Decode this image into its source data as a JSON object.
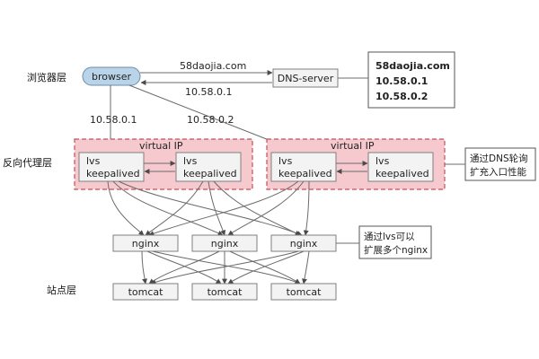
{
  "layers": {
    "browser": "浏览器层",
    "reverse_proxy": "反向代理层",
    "site": "站点层"
  },
  "nodes": {
    "browser": "browser",
    "dns_server": "DNS-server",
    "vip_label": "virtual  IP",
    "lvs": "lvs",
    "keepalived": "keepalived",
    "nginx": "nginx",
    "tomcat": "tomcat"
  },
  "edge_labels": {
    "domain_query": "58daojia.com",
    "dns_answer": "10.58.0.1",
    "ip_left": "10.58.0.1",
    "ip_right": "10.58.0.2"
  },
  "dns_records": [
    "58daojia.com",
    "10.58.0.1",
    "10.58.0.2"
  ],
  "notes": {
    "dns_rr": [
      "通过DNS轮询",
      "扩充入口性能"
    ],
    "lvs_scale": [
      "通过lvs可以",
      "扩展多个nginx"
    ]
  }
}
